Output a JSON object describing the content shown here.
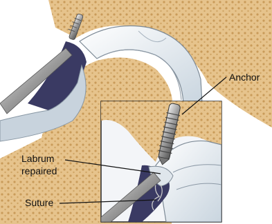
{
  "labels": {
    "anchor": "Anchor",
    "labrum_line1": "Labrum",
    "labrum_line2": "repaired",
    "suture": "Suture"
  },
  "colors": {
    "bone": "#e9c993",
    "bone_dark": "#d4a867",
    "cartilage": "#eef3f7",
    "labrum": "#3a3a63",
    "instrument": "#8c8c8c",
    "inset_border": "#2a2a2a"
  }
}
